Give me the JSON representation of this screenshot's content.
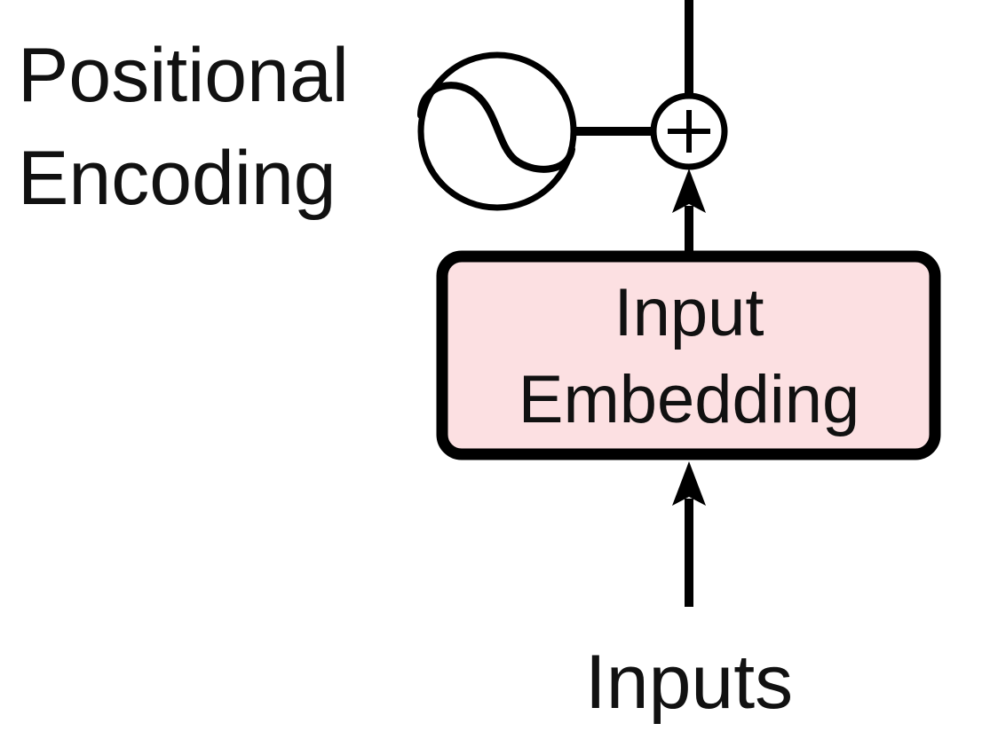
{
  "positional_encoding": {
    "line1": "Positional",
    "line2": "Encoding",
    "icon": "sine-wave-circle-icon"
  },
  "adder": {
    "icon": "plus-circle-icon"
  },
  "embedding_block": {
    "line1": "Input",
    "line2": "Embedding",
    "fill_color": "#fce0e2",
    "stroke_color": "#000000"
  },
  "inputs": {
    "label": "Inputs"
  }
}
